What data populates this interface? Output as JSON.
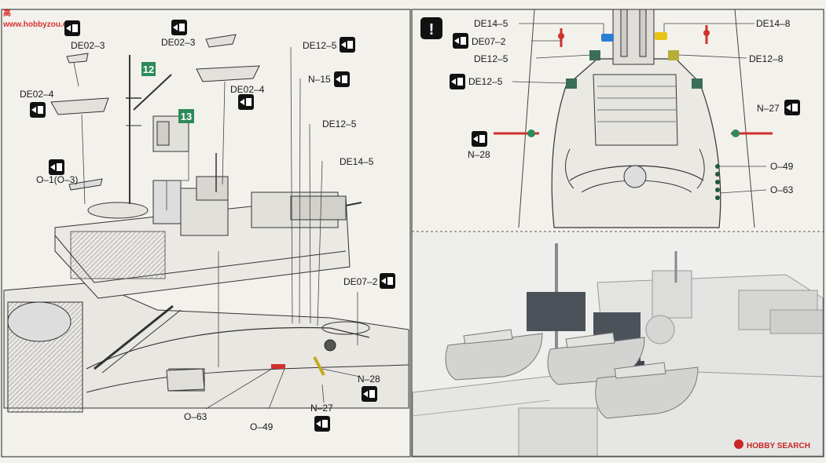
{
  "watermark_top_left": {
    "glyphs": "高",
    "site": "www.hobbyzou.com"
  },
  "watermark_bottom_right": "HOBBY SEARCH",
  "steps": {
    "step_a": "12",
    "step_b": "13"
  },
  "left_panel": {
    "labels": {
      "de02_3_left": "DE02–3",
      "de02_3_top": "DE02–3",
      "de02_4_left": "DE02–4",
      "de02_4_right": "DE02–4",
      "o1_o3": "O–1(O–3)",
      "de12_5_top": "DE12–5",
      "n15": "N–15",
      "de12_5_mid": "DE12–5",
      "de14_5": "DE14–5",
      "de07_2": "DE07–2",
      "n28": "N–28",
      "n27": "N–27",
      "o63": "O–63",
      "o49": "O–49"
    }
  },
  "right_panel": {
    "warning_symbol": "!",
    "labels": {
      "de14_5": "DE14–5",
      "de14_8": "DE14–8",
      "de07_2": "DE07–2",
      "de12_5_a": "DE12–5",
      "de12_8": "DE12–8",
      "de12_5_b": "DE12–5",
      "n27": "N–27",
      "n28": "N–28",
      "o49": "O–49",
      "o63": "O–63"
    }
  },
  "colors": {
    "accent_red": "#d0312d",
    "step_green": "#2d8a5a",
    "part_blue": "#2b7fd3",
    "part_yellow": "#e8c418",
    "part_green": "#3a6e58"
  },
  "icons": [
    "paint-side-icon",
    "warning-icon",
    "flag-icon"
  ]
}
